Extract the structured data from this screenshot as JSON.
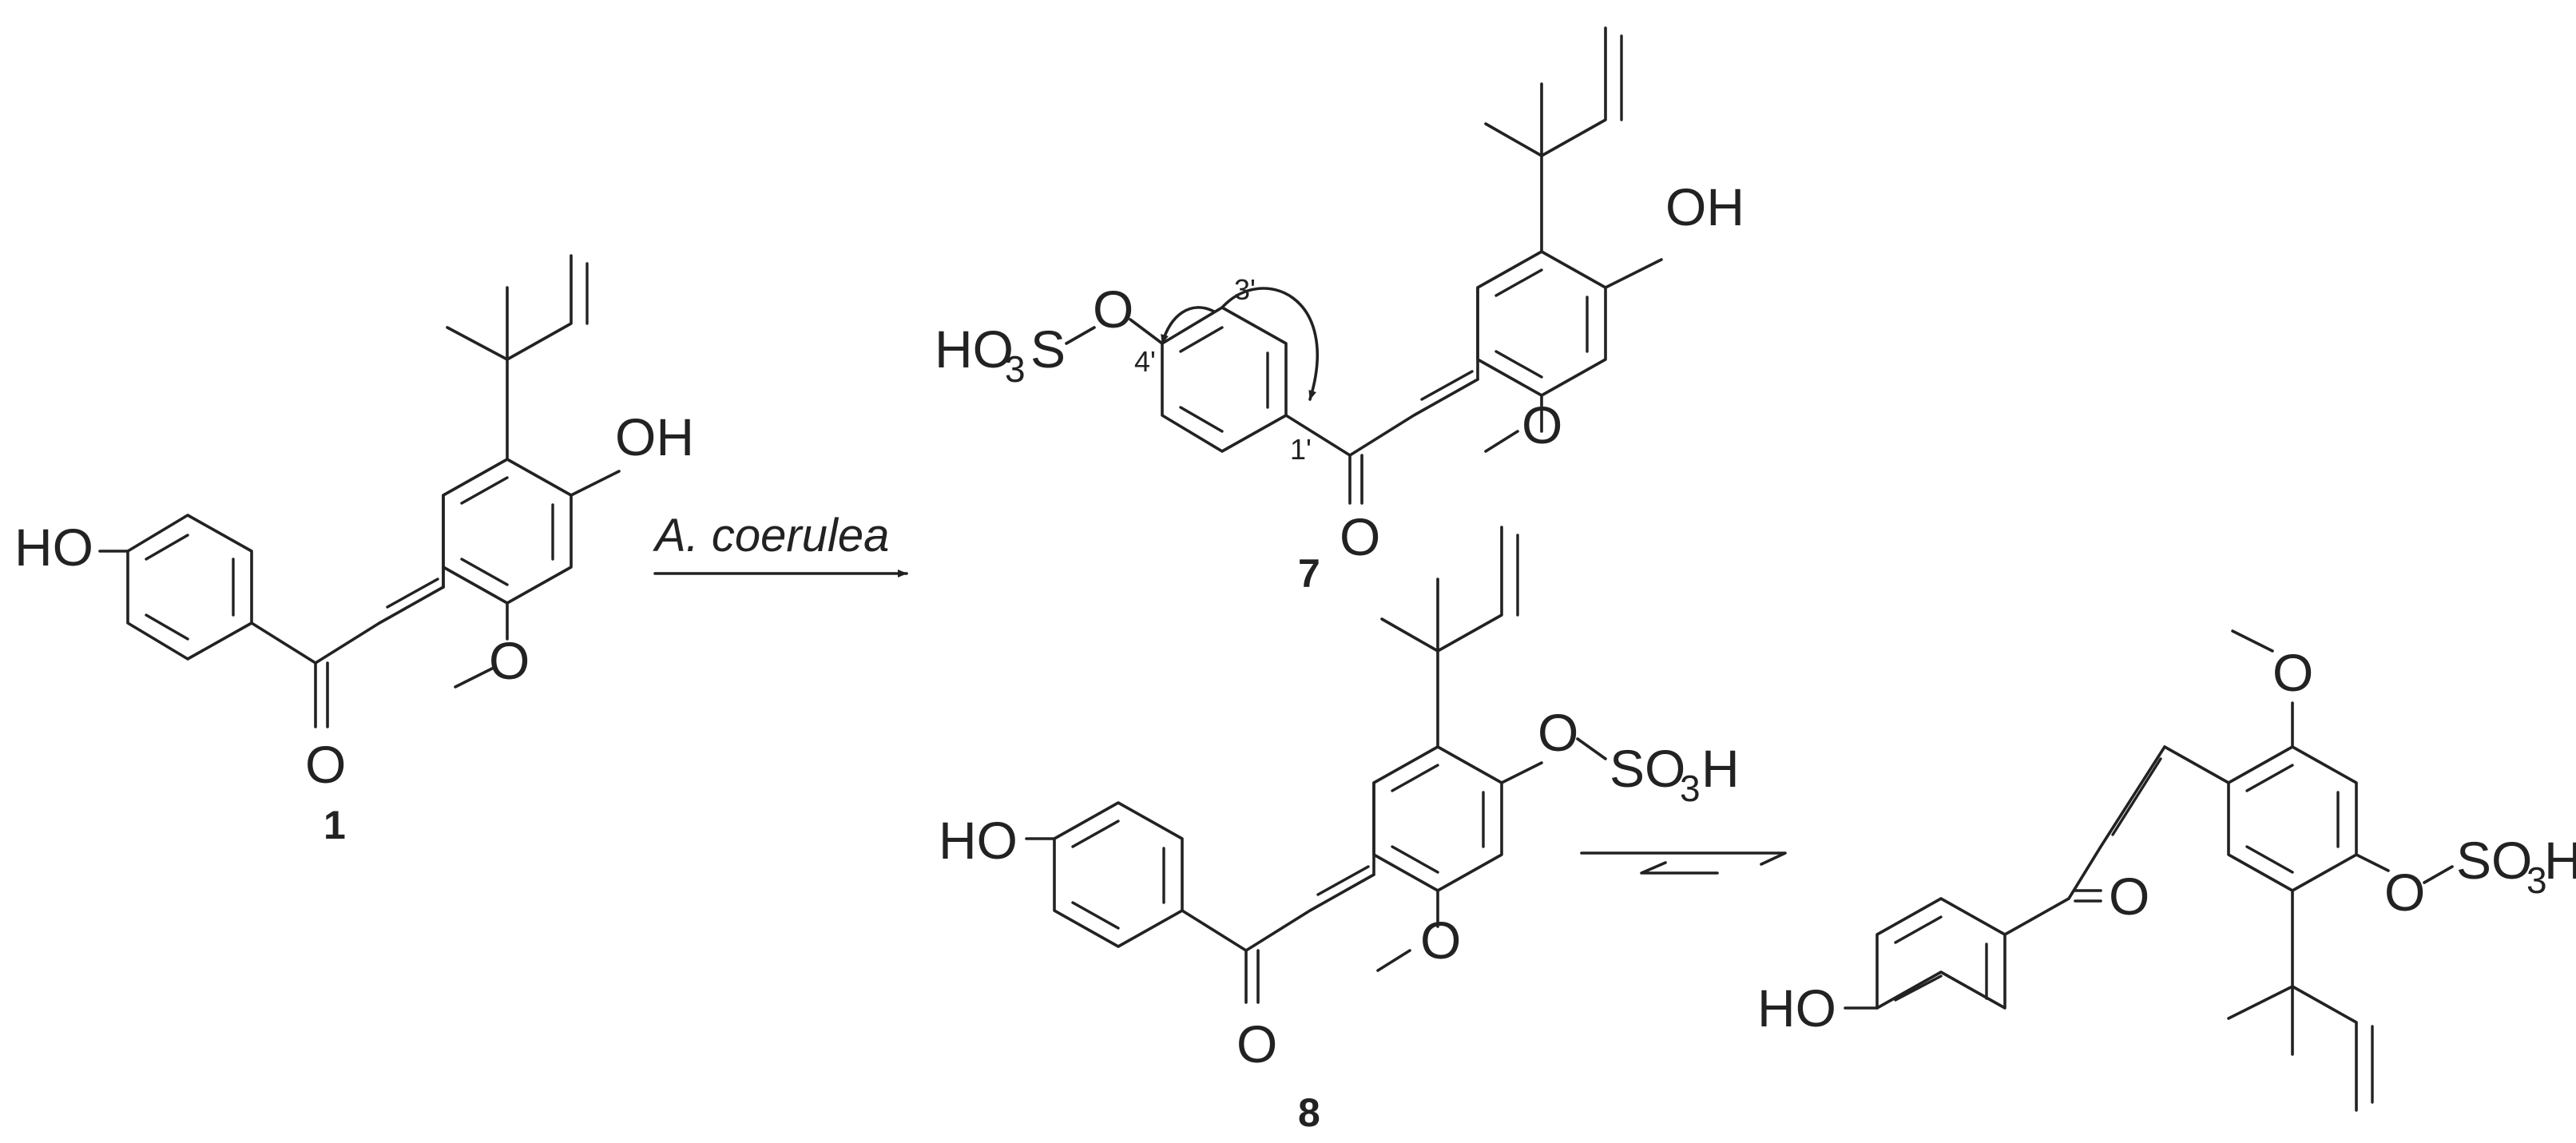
{
  "reaction": {
    "reagent": "A. coerulea"
  },
  "compounds": [
    {
      "number": "1",
      "hydroxyl_label": "HO",
      "phenol_label": "OH",
      "carbonyl_label": "O",
      "methoxy_label": "O"
    },
    {
      "number": "7",
      "sulfate_label": "HO",
      "sulfate_sub": "3",
      "sulfate_s": "S",
      "ether_o": "O",
      "phenol_label": "OH",
      "carbonyl_label": "O",
      "methoxy_label": "O",
      "locants": [
        "3'",
        "4'",
        "1'"
      ]
    },
    {
      "number": "8",
      "hydroxyl_label": "HO",
      "ester_o": "O",
      "sulfate_label": "SO",
      "sulfate_sub": "3",
      "sulfate_h": "H",
      "carbonyl_label": "O",
      "methoxy_label": "O"
    },
    {
      "number": "",
      "hydroxyl_label": "HO",
      "ester_o": "O",
      "sulfate_label": "SO",
      "sulfate_sub": "3",
      "sulfate_h": "H",
      "carbonyl_label": "O",
      "methoxy_label": "O"
    }
  ],
  "colors": {
    "ink": "#222222",
    "background": "#ffffff"
  }
}
